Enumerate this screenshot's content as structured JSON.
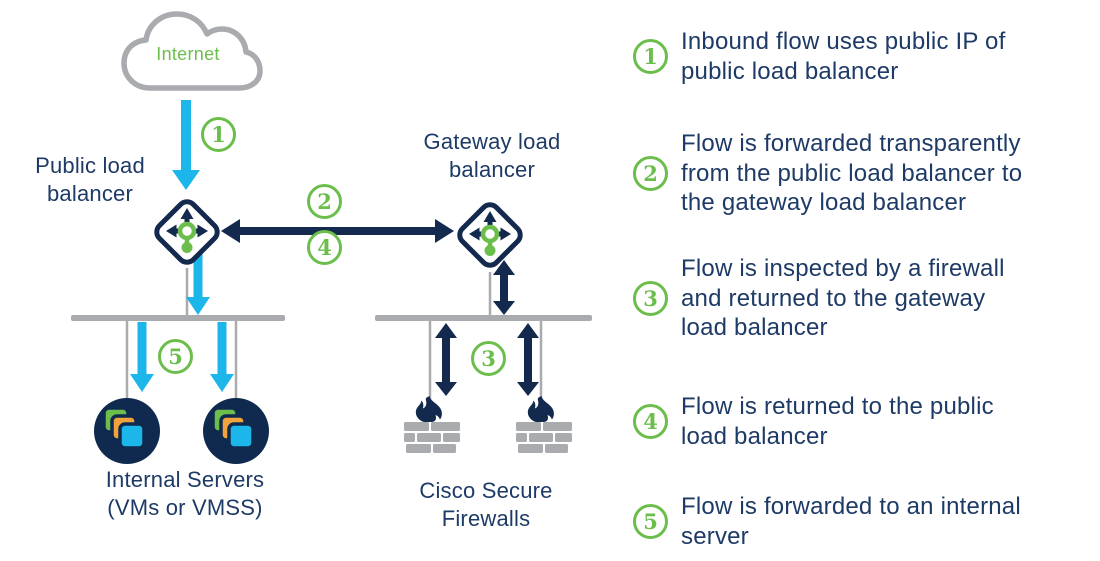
{
  "title": "Inbound traffic flow through gateway load balancer with Cisco Secure Firewalls",
  "colors": {
    "navy_text": "#1e3a66",
    "navy_dark": "#13294e",
    "green": "#6cbe4c",
    "cyan": "#1db6ea",
    "gray": "#a9abae",
    "orange": "#f0a33c",
    "server_circle": "#0f2a4e"
  },
  "diagram": {
    "markers": [
      "1",
      "2",
      "3",
      "4",
      "5"
    ],
    "labels": {
      "internet": "Internet",
      "public_lb": "Public load\nbalancer",
      "gateway_lb": "Gateway load\nbalancer",
      "internal_servers": "Internal Servers\n(VMs or VMSS)",
      "firewalls": "Cisco Secure\nFirewalls"
    },
    "icons": [
      "internet-cloud-icon",
      "public-load-balancer-icon",
      "gateway-load-balancer-icon",
      "internal-server-icon",
      "firewall-icon"
    ]
  },
  "legend": {
    "items": [
      {
        "number": "1",
        "text": "Inbound flow uses public IP of\npublic load balancer"
      },
      {
        "number": "2",
        "text": "Flow is forwarded transparently\nfrom the public load balancer to\nthe gateway load balancer"
      },
      {
        "number": "3",
        "text": "Flow is inspected by a firewall\nand returned to the gateway\nload balancer"
      },
      {
        "number": "4",
        "text": "Flow is returned to the public\nload balancer"
      },
      {
        "number": "5",
        "text": "Flow is forwarded to an internal\nserver"
      }
    ]
  }
}
